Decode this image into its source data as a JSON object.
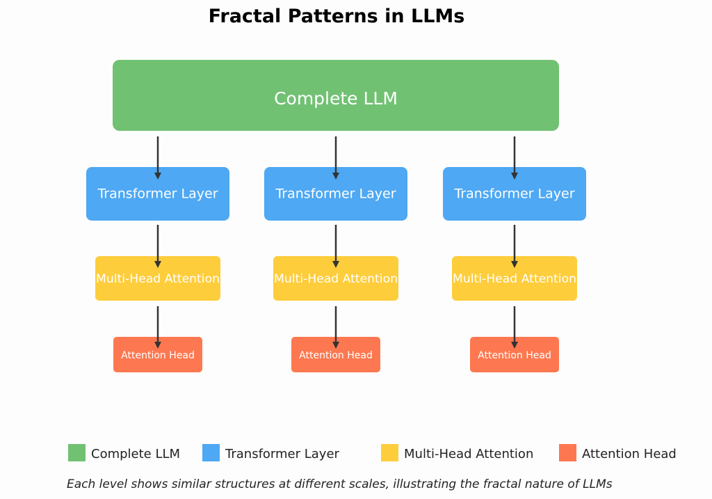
{
  "title": "Fractal Patterns in LLMs",
  "colors": {
    "complete_llm": "#71c173",
    "transformer_layer": "#4ea8f3",
    "multi_head_attention": "#fecd3c",
    "attention_head": "#fd7850",
    "arrow": "#333333"
  },
  "diagram": {
    "root": {
      "label": "Complete LLM"
    },
    "branches": [
      {
        "layer": "Transformer Layer",
        "attention": "Multi-Head Attention",
        "head": "Attention Head"
      },
      {
        "layer": "Transformer Layer",
        "attention": "Multi-Head Attention",
        "head": "Attention Head"
      },
      {
        "layer": "Transformer Layer",
        "attention": "Multi-Head Attention",
        "head": "Attention Head"
      }
    ]
  },
  "legend": [
    {
      "label": "Complete LLM",
      "color": "#71c173"
    },
    {
      "label": "Transformer Layer",
      "color": "#4ea8f3"
    },
    {
      "label": "Multi-Head Attention",
      "color": "#fecd3c"
    },
    {
      "label": "Attention Head",
      "color": "#fd7850"
    }
  ],
  "caption": "Each level shows similar structures at different scales, illustrating the fractal nature of LLMs"
}
